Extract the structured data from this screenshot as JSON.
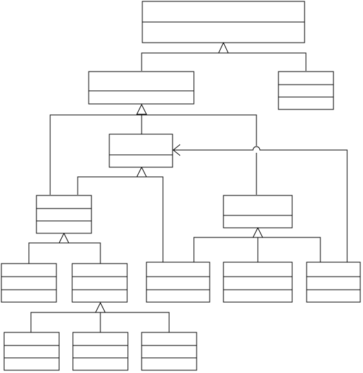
{
  "diagram": {
    "colors": {
      "line": "#000000",
      "fill": "#ffffff",
      "background": "#ffffff"
    },
    "classes": [
      {
        "id": "root",
        "label": ""
      },
      {
        "id": "level1-left",
        "label": ""
      },
      {
        "id": "level1-right",
        "label": ""
      },
      {
        "id": "level2-center",
        "label": ""
      },
      {
        "id": "level3-left",
        "label": ""
      },
      {
        "id": "level3-right",
        "label": ""
      },
      {
        "id": "level4-a",
        "label": ""
      },
      {
        "id": "level4-b",
        "label": ""
      },
      {
        "id": "level4-c",
        "label": ""
      },
      {
        "id": "level4-d",
        "label": ""
      },
      {
        "id": "level4-e",
        "label": ""
      },
      {
        "id": "level5-a",
        "label": ""
      },
      {
        "id": "level5-b",
        "label": ""
      },
      {
        "id": "level5-c",
        "label": ""
      }
    ],
    "relationships": [
      {
        "type": "generalization",
        "parent": "root",
        "children": [
          "level1-left",
          "level1-right"
        ]
      },
      {
        "type": "generalization",
        "parent": "level1-left",
        "children": [
          "level3-left",
          "level2-center",
          "level3-right"
        ]
      },
      {
        "type": "generalization",
        "parent": "level2-center",
        "children": [
          "level3-left",
          "level4-c"
        ]
      },
      {
        "type": "generalization",
        "parent": "level3-left",
        "children": [
          "level4-a",
          "level4-b"
        ]
      },
      {
        "type": "generalization",
        "parent": "level3-right",
        "children": [
          "level4-c",
          "level4-d",
          "level4-e"
        ]
      },
      {
        "type": "generalization",
        "parent": "level4-b",
        "children": [
          "level5-a",
          "level5-b",
          "level5-c"
        ]
      },
      {
        "type": "association",
        "source": "level4-e",
        "target": "level2-center",
        "arrow": "open"
      }
    ]
  }
}
